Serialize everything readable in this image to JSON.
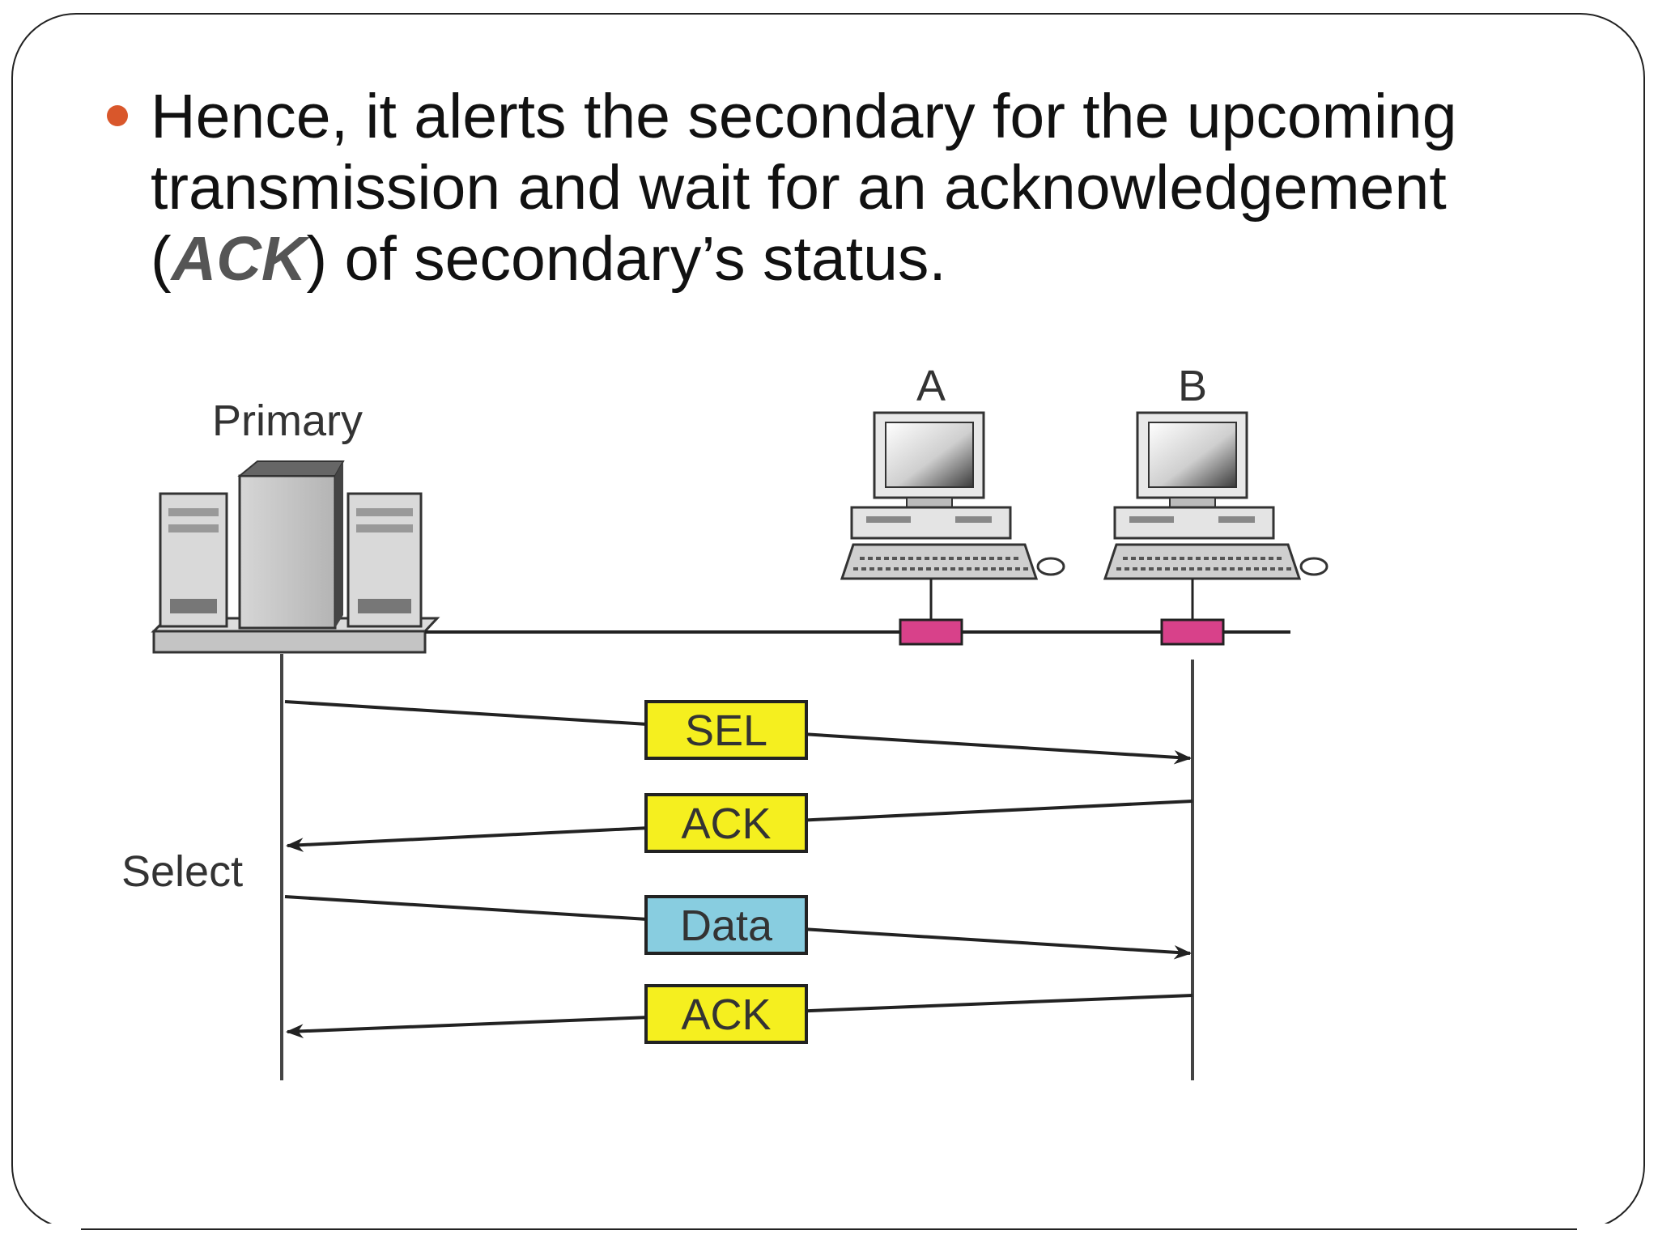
{
  "bullet": {
    "part1": "Hence, it alerts the secondary for the upcoming transmission and wait for an acknowledgement (",
    "ack": "ACK",
    "part2": ") of secondary’s status."
  },
  "diagram": {
    "primary_label": "Primary",
    "station_a_label": "A",
    "station_b_label": "B",
    "select_label": "Select",
    "frames": [
      {
        "label": "SEL",
        "direction": "to-secondary",
        "color": "#f5ef1f"
      },
      {
        "label": "ACK",
        "direction": "to-primary",
        "color": "#f5ef1f"
      },
      {
        "label": "Data",
        "direction": "to-secondary",
        "color": "#88cde0"
      },
      {
        "label": "ACK",
        "direction": "to-primary",
        "color": "#f5ef1f"
      }
    ]
  },
  "colors": {
    "bullet": "#d9572b",
    "tap": "#d8418a",
    "line": "#222222"
  }
}
